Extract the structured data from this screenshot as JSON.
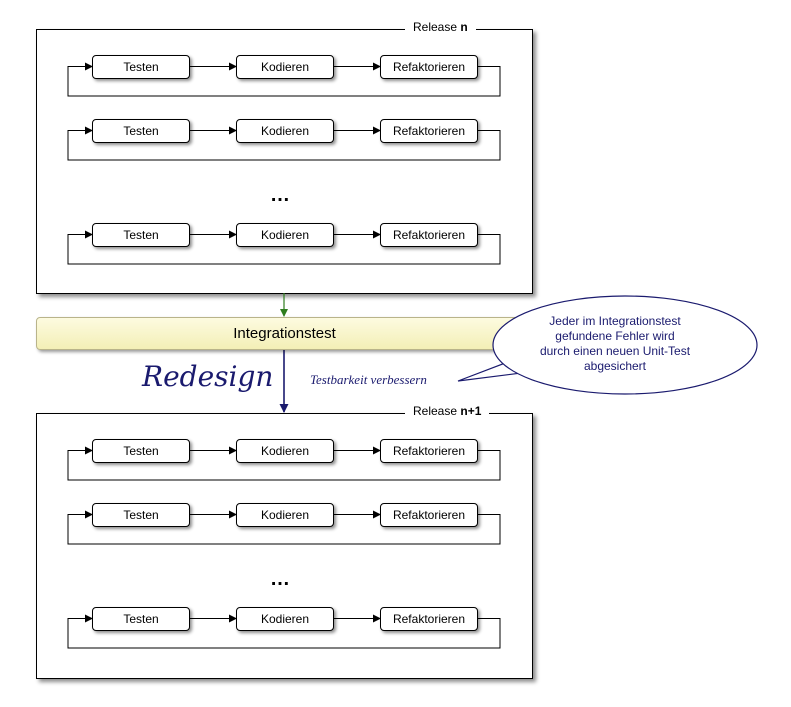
{
  "release_top": {
    "label": "Release",
    "suffix": "n"
  },
  "release_bottom": {
    "label": "Release",
    "suffix": "n+1"
  },
  "steps": [
    "Testen",
    "Kodieren",
    "Refaktorieren"
  ],
  "ellipsis": "…",
  "integration": {
    "label": "Integrationstest"
  },
  "redesign": {
    "label": "Redesign"
  },
  "testability": {
    "label": "Testbarkeit verbessern"
  },
  "callout": {
    "line1": "Jeder im Integrationstest",
    "line2": "gefundene Fehler wird",
    "line3": "durch einen neuen Unit-Test",
    "line4": "abgesichert"
  },
  "colors": {
    "green_arrow": "#2e7d1f",
    "blue_arrow": "#1a1a6e",
    "callout_border": "#1a1a6e",
    "integration_fill": "#f6f3c4"
  }
}
